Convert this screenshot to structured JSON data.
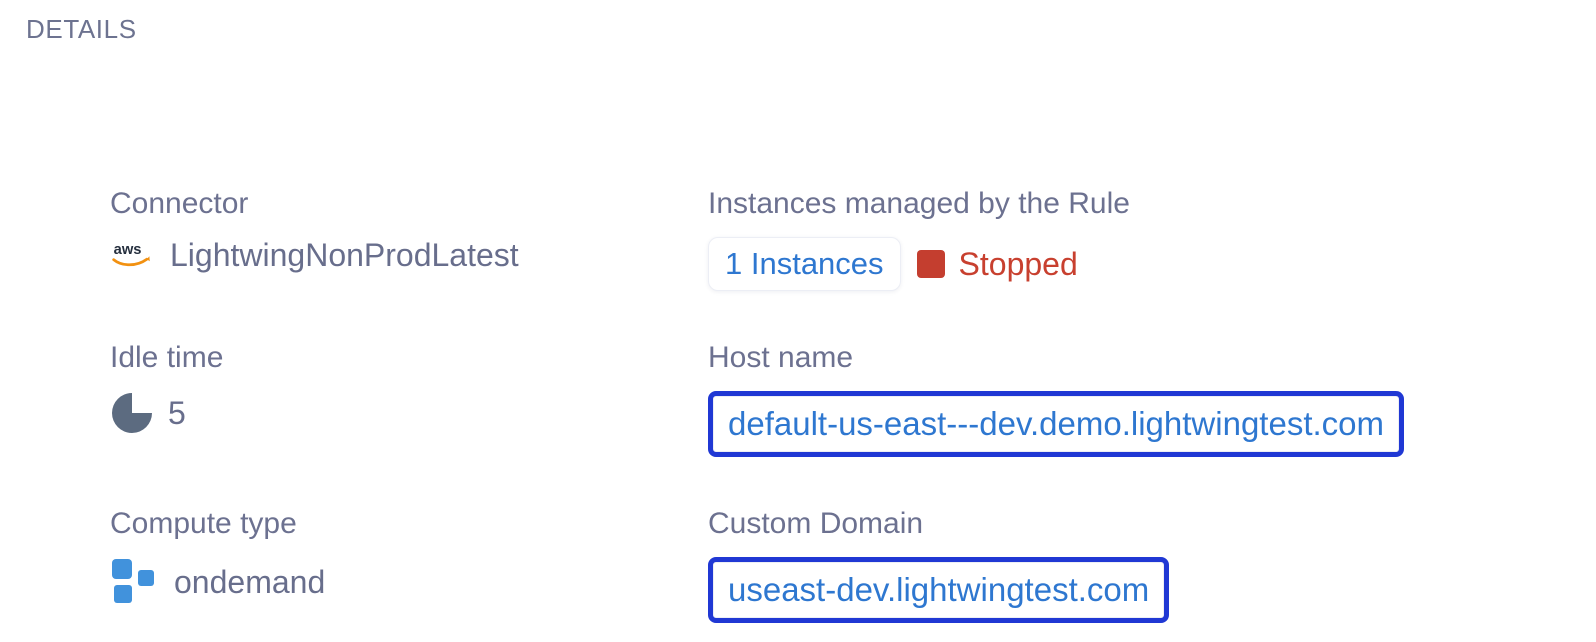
{
  "header": {
    "title": "DETAILS"
  },
  "fields": {
    "connector": {
      "label": "Connector",
      "value": "LightwingNonProdLatest"
    },
    "idle_time": {
      "label": "Idle time",
      "value": "5"
    },
    "compute_type": {
      "label": "Compute type",
      "value": "ondemand"
    },
    "instances": {
      "label": "Instances managed by the Rule",
      "count_link": "1 Instances",
      "status": "Stopped"
    },
    "host_name": {
      "label": "Host name",
      "value": "default-us-east---dev.demo.lightwingtest.com"
    },
    "custom_domain": {
      "label": "Custom Domain",
      "value": "useast-dev.lightwingtest.com"
    }
  },
  "icons": {
    "connector": "aws-logo",
    "idle_time": "pie-chart-icon",
    "compute_type": "compute-squares-icon",
    "status": "stopped-status-square"
  },
  "colors": {
    "section_title": "#6d7390",
    "label_gray": "#6c7190",
    "value_gray": "#686e8c",
    "link_blue": "#2e77d0",
    "focus_border_blue": "#2038d4",
    "status_red": "#c43e2f",
    "aws_navy": "#252f3e",
    "aws_orange": "#f29111",
    "pie_icon_slate": "#5c6b80",
    "compute_icon_blue": "#4192dc"
  }
}
